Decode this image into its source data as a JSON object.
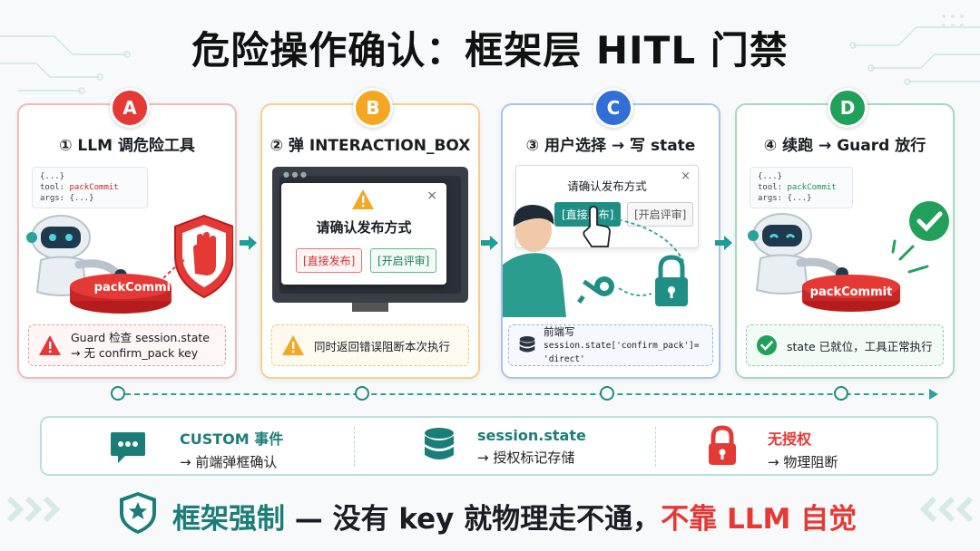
{
  "title": "危险操作确认：框架层 HITL 门禁",
  "cards": [
    {
      "badge": "A",
      "title": "① LLM 调危险工具",
      "code": [
        "{...}",
        "tool: packCommit",
        "args: {...}"
      ],
      "button_label": "packCommit",
      "note_line1": "Guard 检查 session.state",
      "note_line2": "→ 无 confirm_pack key"
    },
    {
      "badge": "B",
      "title": "② 弹 INTERACTION_BOX",
      "dialog_title": "请确认发布方式",
      "btn_direct": "[直接发布]",
      "btn_review": "[开启评审]",
      "close": "×",
      "note": "同时返回错误阻断本次执行"
    },
    {
      "badge": "C",
      "title": "③ 用户选择 → 写 state",
      "dialog_title": "请确认发布方式",
      "btn_direct": "[直接发布]",
      "btn_review": "[开启评审]",
      "close": "×",
      "note_line1": "前端写",
      "note_line2": "session.state['confirm_pack']= 'direct'"
    },
    {
      "badge": "D",
      "title": "④ 续跑 → Guard 放行",
      "code": [
        "{...}",
        "tool: packCommit",
        "args: {...}"
      ],
      "button_label": "packCommit",
      "note": "state 已就位，工具正常执行"
    }
  ],
  "ribbon": [
    {
      "icon": "chat-bubble-icon",
      "line1": "CUSTOM 事件",
      "line2": "→ 前端弹框确认"
    },
    {
      "icon": "database-icon",
      "line1": "session.state",
      "line2": "→ 授权标记存储"
    },
    {
      "icon": "lock-icon",
      "line1": "无授权",
      "line2": "→ 物理阻断"
    }
  ],
  "bottom": {
    "part1": "框架强制",
    "part2": " — 没有 key 就物理走不通，",
    "part3": "不靠 LLM 自觉"
  },
  "colors": {
    "red": "#e53935",
    "orange": "#f5a623",
    "blue": "#2f6fd6",
    "green": "#21a05a",
    "teal": "#1b7d78"
  }
}
